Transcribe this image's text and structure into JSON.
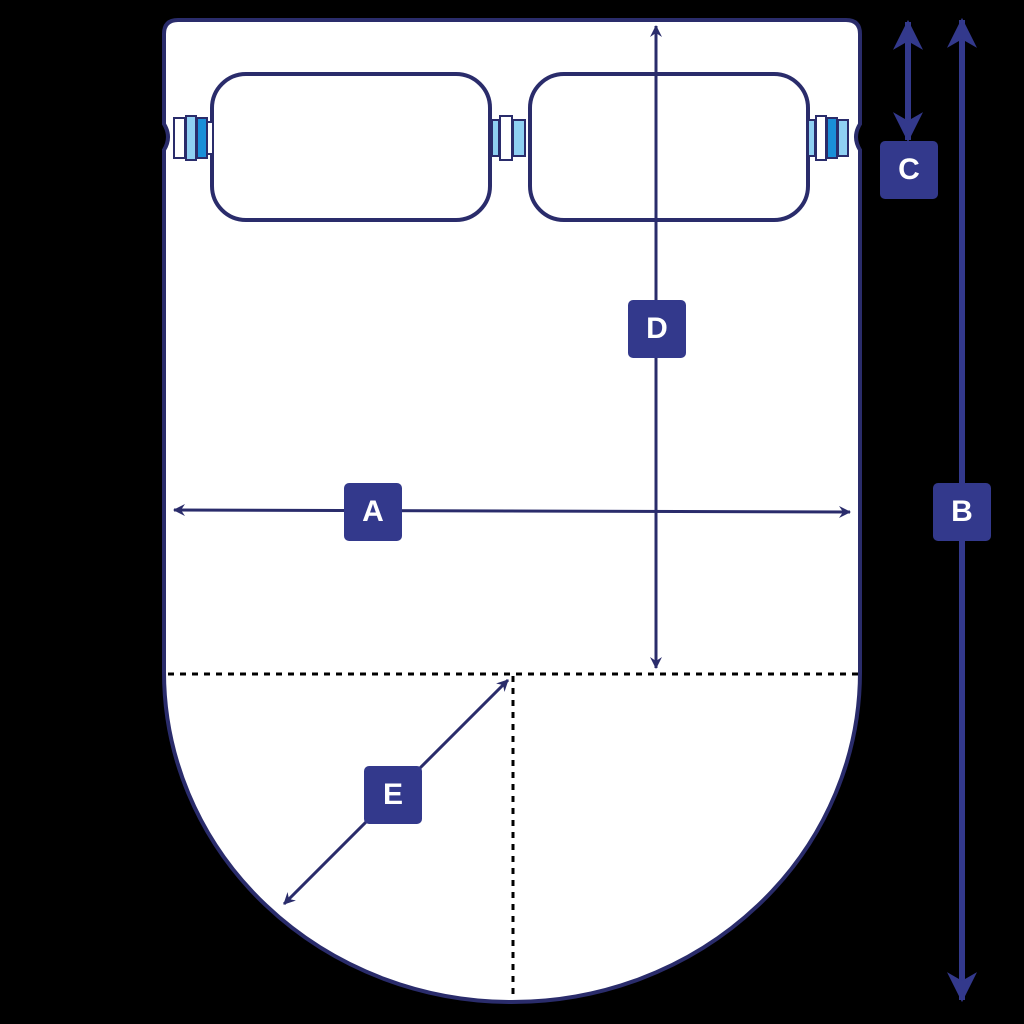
{
  "colors": {
    "background": "#000000",
    "fill": "#ffffff",
    "outline": "#2a2c6b",
    "accent": "#33398c",
    "connector_light": "#8fd0f2",
    "connector_blue": "#1a8fd8"
  },
  "dimensions": {
    "a": "A",
    "b": "B",
    "c": "C",
    "d": "D",
    "e": "E"
  }
}
